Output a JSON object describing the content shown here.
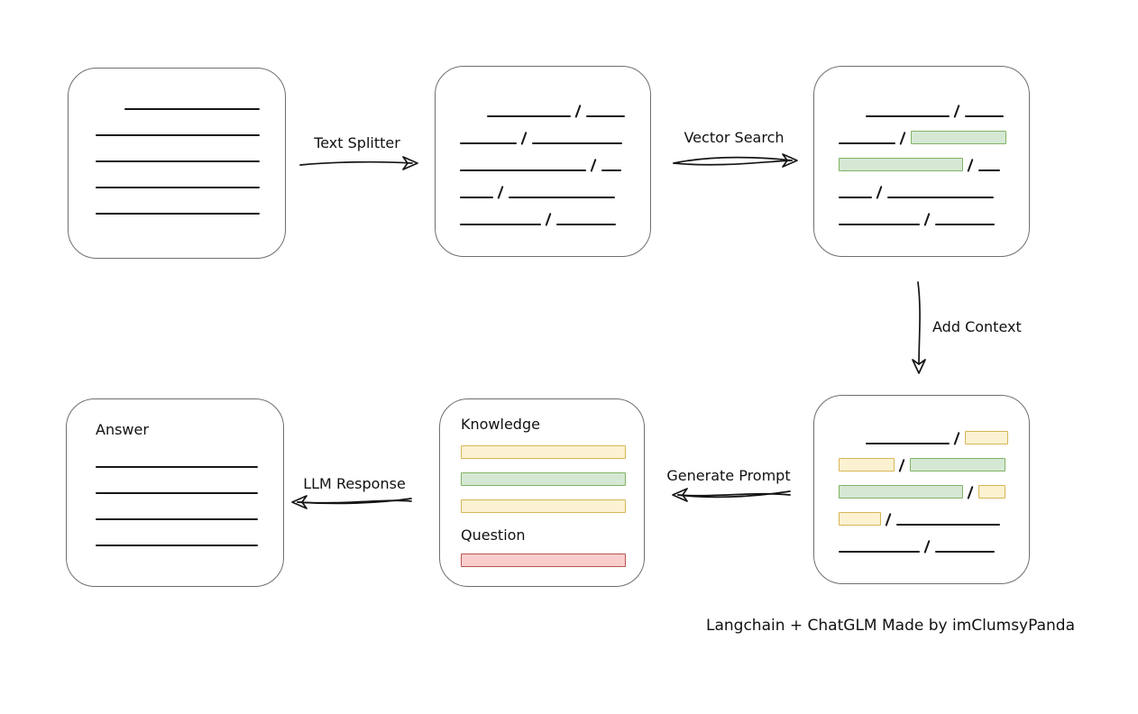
{
  "caption": "Langchain + ChatGLM Made by imClumsyPanda",
  "labels": {
    "text_splitter": "Text Splitter",
    "vector_search": "Vector Search",
    "add_context": "Add Context",
    "generate_prompt": "Generate Prompt",
    "llm_response": "LLM Response"
  },
  "boxes": {
    "source_document": {
      "rows": [
        [
          {
            "t": "gap",
            "w": 32
          },
          {
            "t": "ln",
            "w": 150
          }
        ],
        [
          {
            "t": "ln",
            "w": 182
          }
        ],
        [
          {
            "t": "ln",
            "w": 182
          }
        ],
        [
          {
            "t": "ln",
            "w": 182
          }
        ],
        [
          {
            "t": "ln",
            "w": 182
          }
        ]
      ]
    },
    "split_chunks": {
      "rows": [
        [
          {
            "t": "gap",
            "w": 30
          },
          {
            "t": "ln",
            "w": 93
          },
          {
            "t": "sl"
          },
          {
            "t": "ln",
            "w": 43
          }
        ],
        [
          {
            "t": "ln",
            "w": 63
          },
          {
            "t": "sl"
          },
          {
            "t": "ln",
            "w": 100
          }
        ],
        [
          {
            "t": "ln",
            "w": 140
          },
          {
            "t": "sl"
          },
          {
            "t": "ln",
            "w": 22
          }
        ],
        [
          {
            "t": "ln",
            "w": 37
          },
          {
            "t": "sl"
          },
          {
            "t": "ln",
            "w": 118
          }
        ],
        [
          {
            "t": "ln",
            "w": 90
          },
          {
            "t": "sl"
          },
          {
            "t": "ln",
            "w": 66
          }
        ]
      ]
    },
    "vector_matches": {
      "rows": [
        [
          {
            "t": "gap",
            "w": 30
          },
          {
            "t": "ln",
            "w": 93
          },
          {
            "t": "sl"
          },
          {
            "t": "ln",
            "w": 43
          }
        ],
        [
          {
            "t": "ln",
            "w": 63
          },
          {
            "t": "sl"
          },
          {
            "t": "bar",
            "c": "green",
            "w": 104
          }
        ],
        [
          {
            "t": "bar",
            "c": "green",
            "w": 136
          },
          {
            "t": "sl"
          },
          {
            "t": "ln",
            "w": 24
          }
        ],
        [
          {
            "t": "ln",
            "w": 37
          },
          {
            "t": "sl"
          },
          {
            "t": "ln",
            "w": 118
          }
        ],
        [
          {
            "t": "ln",
            "w": 90
          },
          {
            "t": "sl"
          },
          {
            "t": "ln",
            "w": 66
          }
        ]
      ]
    },
    "context_chunks": {
      "rows": [
        [
          {
            "t": "gap",
            "w": 30
          },
          {
            "t": "ln",
            "w": 93
          },
          {
            "t": "sl"
          },
          {
            "t": "bar",
            "c": "yellow",
            "w": 46
          }
        ],
        [
          {
            "t": "bar",
            "c": "yellow",
            "w": 60
          },
          {
            "t": "sl"
          },
          {
            "t": "bar",
            "c": "green",
            "w": 104
          }
        ],
        [
          {
            "t": "bar",
            "c": "green",
            "w": 136
          },
          {
            "t": "sl"
          },
          {
            "t": "bar",
            "c": "yellow",
            "w": 28
          }
        ],
        [
          {
            "t": "bar",
            "c": "yellow",
            "w": 45
          },
          {
            "t": "sl"
          },
          {
            "t": "ln",
            "w": 115
          }
        ],
        [
          {
            "t": "ln",
            "w": 90
          },
          {
            "t": "sl"
          },
          {
            "t": "ln",
            "w": 66
          }
        ]
      ]
    },
    "prompt": {
      "knowledge_label": "Knowledge",
      "question_label": "Question",
      "knowledge_bars": [
        "yellow",
        "green",
        "yellow"
      ],
      "question_bars": [
        "red"
      ]
    },
    "answer": {
      "label": "Answer",
      "rows": [
        [
          {
            "t": "ln",
            "w": 180
          }
        ],
        [
          {
            "t": "ln",
            "w": 180
          }
        ],
        [
          {
            "t": "ln",
            "w": 180
          }
        ],
        [
          {
            "t": "ln",
            "w": 180
          }
        ]
      ]
    }
  },
  "colors": {
    "green_fill": "#d5e8d4",
    "green_border": "#82b366",
    "yellow_fill": "#fcf2d1",
    "yellow_border": "#d6b656",
    "red_fill": "#f8cecc",
    "red_border": "#b85450",
    "box_border": "#6f6f6f",
    "stroke": "#161616"
  }
}
